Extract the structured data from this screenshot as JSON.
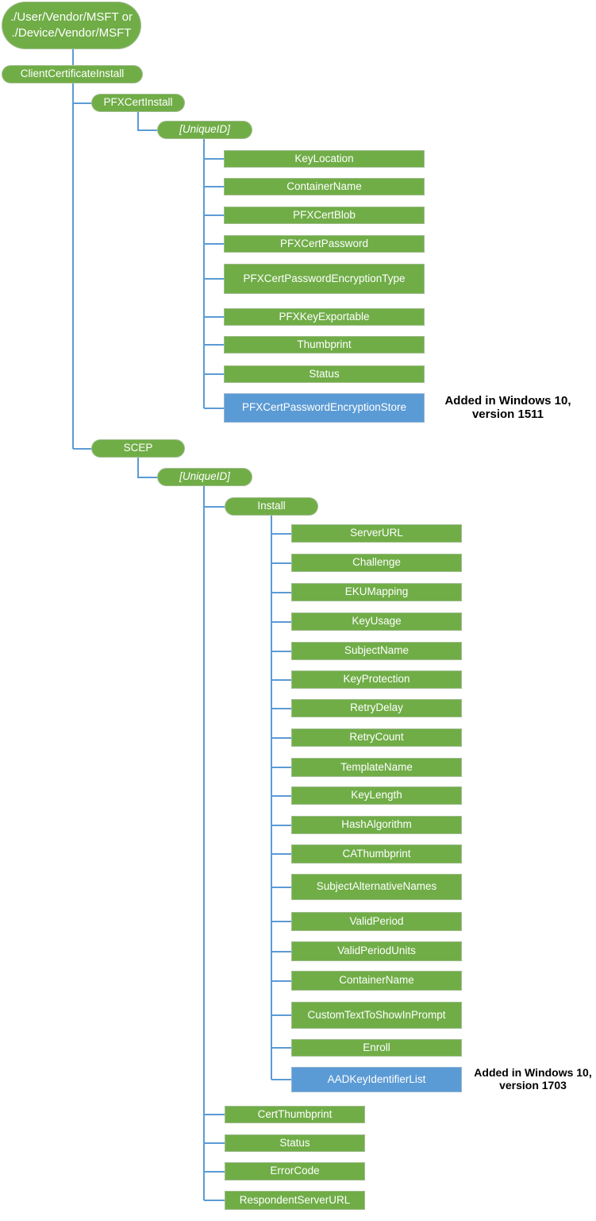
{
  "diagram": {
    "colors": {
      "node_green": "#70AD47",
      "node_blue": "#5B9BD5",
      "connector_blue": "#5B9BD5",
      "node_text": "#FFFFFF",
      "annotation_text": "#000000"
    },
    "root": {
      "line1": "./User/Vendor/MSFT or",
      "line2": "./Device/Vendor/MSFT"
    },
    "client_certificate_install": "ClientCertificateInstall",
    "pfx": {
      "label": "PFXCertInstall",
      "unique_id": "[UniqueID]",
      "children": [
        "KeyLocation",
        "ContainerName",
        "PFXCertBlob",
        "PFXCertPassword",
        "PFXCertPasswordEncryptionType",
        "PFXKeyExportable",
        "Thumbprint",
        "Status"
      ],
      "added": {
        "label": "PFXCertPasswordEncryptionStore",
        "annotation": "Added in Windows 10,\nversion 1511"
      }
    },
    "scep": {
      "label": "SCEP",
      "unique_id": "[UniqueID]",
      "install": {
        "label": "Install",
        "children": [
          "ServerURL",
          "Challenge",
          "EKUMapping",
          "KeyUsage",
          "SubjectName",
          "KeyProtection",
          "RetryDelay",
          "RetryCount",
          "TemplateName",
          "KeyLength",
          "HashAlgorithm",
          "CAThumbprint",
          "SubjectAlternativeNames",
          "ValidPeriod",
          "ValidPeriodUnits",
          "ContainerName",
          "CustomTextToShowInPrompt",
          "Enroll"
        ],
        "added": {
          "label": "AADKeyIdentifierList",
          "annotation": "Added in Windows 10,\nversion 1703"
        }
      },
      "children": [
        "CertThumbprint",
        "Status",
        "ErrorCode",
        "RespondentServerURL"
      ]
    }
  }
}
